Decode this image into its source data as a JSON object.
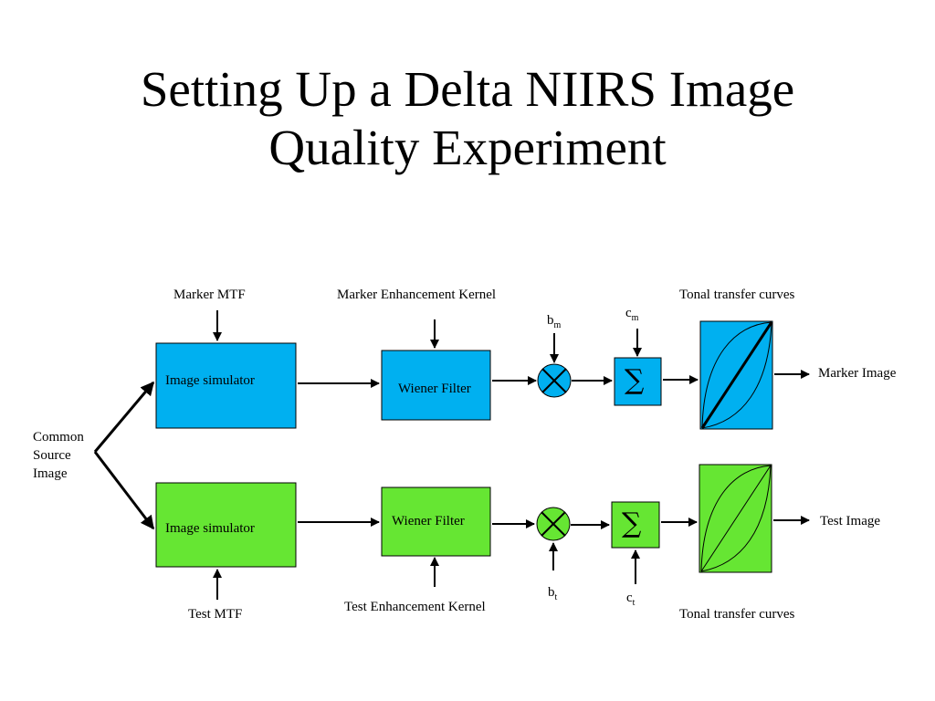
{
  "slide": {
    "title_line1": "Setting Up a Delta NIIRS Image",
    "title_line2": "Quality Experiment"
  },
  "labels": {
    "marker_mtf": "Marker MTF",
    "marker_kernel": "Marker Enhancement Kernel",
    "tonal_top": "Tonal transfer curves",
    "tonal_bottom": "Tonal transfer curves",
    "marker_image": "Marker Image",
    "test_image": "Test Image",
    "source_line1": "Common",
    "source_line2": "Source",
    "source_line3": "Image",
    "test_mtf": "Test MTF",
    "test_kernel": "Test Enhancement Kernel",
    "bm_base": "b",
    "bm_sub": "m",
    "cm_base": "c",
    "cm_sub": "m",
    "bt_base": "b",
    "bt_sub": "t",
    "ct_base": "c",
    "ct_sub": "t"
  },
  "blocks": {
    "sim_top": "Image simulator",
    "wiener_top": "Wiener Filter",
    "sim_bottom": "Image simulator",
    "wiener_bottom": "Wiener Filter",
    "sum_symbol": "∑"
  },
  "colors": {
    "marker_path": "#00b0f0",
    "test_path": "#66e633",
    "line": "#000000"
  }
}
